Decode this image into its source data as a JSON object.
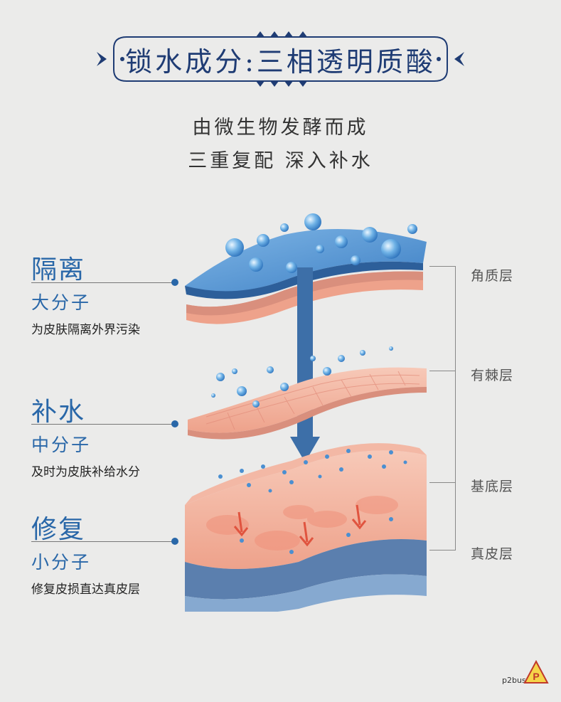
{
  "header": {
    "title": "锁水成分:三相透明质酸",
    "subtitle_1": "由微生物发酵而成",
    "subtitle_2": "三重复配  深入补水"
  },
  "sections": [
    {
      "title": "隔离",
      "molecule": "大分子",
      "desc": "为皮肤隔离外界污染"
    },
    {
      "title": "补水",
      "molecule": "中分子",
      "desc": "及时为皮肤补给水分"
    },
    {
      "title": "修复",
      "molecule": "小分子",
      "desc": "修复皮损直达真皮层"
    }
  ],
  "layers": [
    "角质层",
    "有棘层",
    "基底层",
    "真皮层"
  ],
  "watermark": {
    "text": "p2bus",
    "mark": "P"
  },
  "colors": {
    "accent": "#2967a8",
    "title": "#1f3c74",
    "background": "#ebebea",
    "skin": "#f4b7a3",
    "dermis": "#5b7fae"
  }
}
